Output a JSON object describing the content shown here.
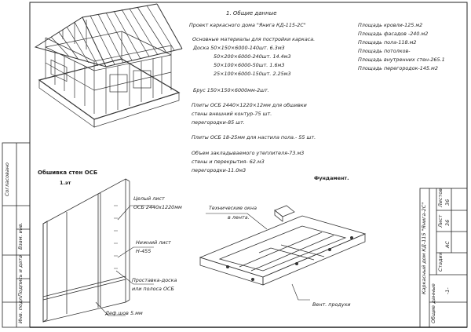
{
  "section_title": "1. Общие данные",
  "project_title": "Проект каркасного дома \"Янига КД-115-2С\"",
  "materials": {
    "heading": "Основные материалы для постройки каркаса.",
    "lines": [
      "Доска  50×150×6000-140шт.  6.3м3",
      "50×200×6000-240шт.  14.4м3",
      "50×100×6000-50шт.  1.6м3",
      "25×100×6000-150шт.  2.25м3"
    ],
    "beam": "Брус  150×150×6000мм-2шт.",
    "osb_lines": [
      "Плиты ОСБ  2440×1220×12мм для обшивки",
      "стены внешний контур-75 шт.",
      "перегородки-85 шт."
    ],
    "floor_osb": "Плиты ОСБ  18-25мм для настила пола.- 55 шт.",
    "insulation_lines": [
      "Объем закладываемого утеплителя-73.м3",
      "стены и перекрытия- 62.м3",
      "перегородки-11.0м3"
    ]
  },
  "areas": [
    "Площадь кровли-125.м2",
    "Площадь фасадов  -240.м2",
    "Площадь пола-118.м2",
    "Площадь потолков-",
    "Площадь внутренних стен-265.1",
    "Площадь перегородок-145.м2"
  ],
  "osb_panel": {
    "title": "Обшивка стен ОСБ",
    "subtitle": "1.эт",
    "labels": {
      "whole_sheet_1": "Целый лист",
      "whole_sheet_2": "ОСБ  2440х1220мм",
      "bottom_sheet_1": "Нижний лист",
      "bottom_sheet_2": "Н-455",
      "spacer_1": "Проставка-доска",
      "spacer_2": "или полоса ОСБ",
      "seam": "Деф.шов 5.мм"
    }
  },
  "foundation": {
    "title": "Фундамент.",
    "labels": {
      "windows_1": "Технические окна",
      "windows_2": "в лента.",
      "vents": "Вент. продухи"
    }
  },
  "title_block": {
    "drawing_code": "Каркасный дом КД-115 \"Янига-2С\"",
    "sheet_name": "Общие данные",
    "col_headers": [
      "Стадия",
      "Лист",
      "Листов"
    ],
    "col_values": [
      "АС",
      "36",
      "36"
    ],
    "sheet_mark": "-1-"
  },
  "left_stamp": {
    "agreed": "Согласовано",
    "inv_no": "Взам. инв.",
    "sign_date": "Подпись и дата",
    "inv_orig": "Инв. подл."
  },
  "colors": {
    "ink": "#222222",
    "paper": "#ffffff"
  }
}
